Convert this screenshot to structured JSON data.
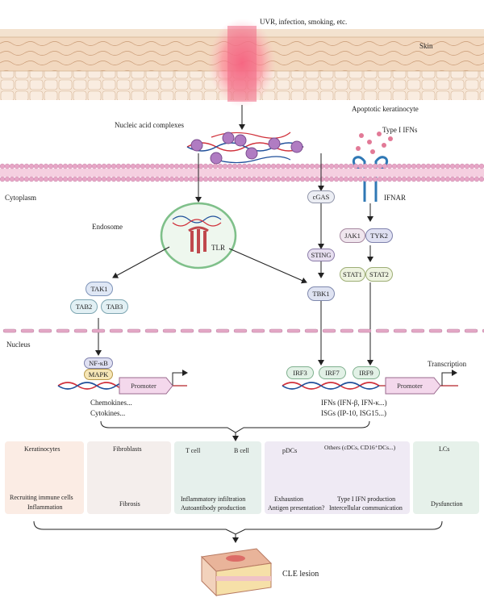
{
  "top": {
    "trigger": "UVR, infection, smoking, etc.",
    "skin": "Skin",
    "apoptotic": "Apoptotic keratinocyte"
  },
  "labels": {
    "nucleic_acid": "Nucleic acid complexes",
    "type1_ifns": "Type I IFNs",
    "cytoplasm": "Cytoplasm",
    "ifnar": "IFNAR",
    "endosome": "Endosome",
    "tlr": "TLR",
    "nucleus": "Nucleus",
    "transcription": "Transcription",
    "promoter_left": "Promoter",
    "promoter_right": "Promoter"
  },
  "molecules": {
    "cgas": "cGAS",
    "sting": "STING",
    "tbk1": "TBK1",
    "jak1": "JAK1",
    "tyk2": "TYK2",
    "stat1": "STAT1",
    "stat2": "STAT2",
    "tak1": "TAK1",
    "tab2": "TAB2",
    "tab3": "TAB3",
    "nfkb": "NF-κB",
    "mapk": "MAPK",
    "irf3": "IRF3",
    "irf7": "IRF7",
    "irf9": "IRF9"
  },
  "outputs": {
    "left_line1": "Chemokines...",
    "left_line2": "Cytokines...",
    "right_line1": "IFNs (IFN-β, IFN-κ...)",
    "right_line2": "ISGs (IP-10, ISG15...)"
  },
  "panels": {
    "keratinocytes": {
      "title": "Keratinocytes",
      "line1": "Recruiting immune cells",
      "line2": "Inflammation"
    },
    "fibroblasts": {
      "title": "Fibroblasts",
      "line1": "Fibrosis"
    },
    "lymphocytes": {
      "t_cell": "T cell",
      "b_cell": "B cell",
      "line1": "Inflammatory infiltration",
      "line2": "Autoantibody production"
    },
    "dcs": {
      "pdcs": "pDCs",
      "others": "Others (cDCs, CD16⁺DCs...)",
      "left1": "Exhaustion",
      "left2": "Antigen presentation?",
      "right1": "Type I IFN production",
      "right2": "Intercellular communication"
    },
    "lcs": {
      "title": "LCs",
      "line1": "Dysfunction"
    }
  },
  "bottom": {
    "lesion": "CLE lesion"
  },
  "colors": {
    "membrane": "#f2bed6",
    "membrane_head": "#d98cb6",
    "keratinocyte_panel": "#fbece4",
    "fibroblast_panel": "#f4eeec",
    "lymphocyte_panel": "#e6f0ec",
    "dc_panel": "#efeaf4",
    "lc_panel": "#e6f1ea",
    "dna_red": "#d0303a",
    "dna_blue": "#1f4f9a",
    "promoter": "#f4d8ec"
  }
}
